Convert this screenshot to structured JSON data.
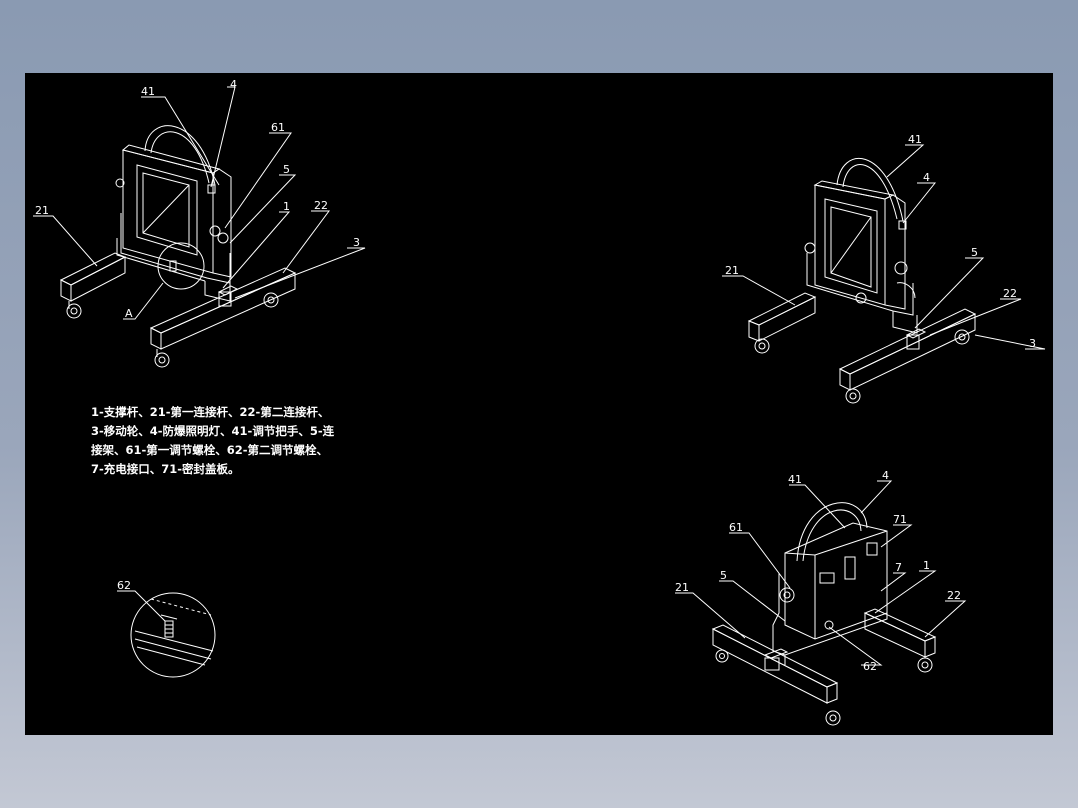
{
  "labels": {
    "v1": {
      "l41": "41",
      "l4": "4",
      "l61": "61",
      "l5": "5",
      "l1": "1",
      "l22": "22",
      "l21": "21",
      "l3": "3",
      "lA": "A"
    },
    "v2": {
      "l41": "41",
      "l4": "4",
      "l21": "21",
      "l5": "5",
      "l22": "22",
      "l3": "3"
    },
    "v3": {
      "l41": "41",
      "l4": "4",
      "l61": "61",
      "l71": "71",
      "l5": "5",
      "l7": "7",
      "l1": "1",
      "l21": "21",
      "l22": "22",
      "l62": "62"
    },
    "detail": {
      "l62": "62"
    }
  },
  "legend": [
    "1-支撑杆、21-第一连接杆、22-第二连接杆、",
    "3-移动轮、4-防爆照明灯、41-调节把手、5-连",
    "接架、61-第一调节螺栓、62-第二调节螺栓、",
    "7-充电接口、71-密封盖板。"
  ],
  "colors": {
    "background": "#000000",
    "lines": "#ffffff"
  }
}
